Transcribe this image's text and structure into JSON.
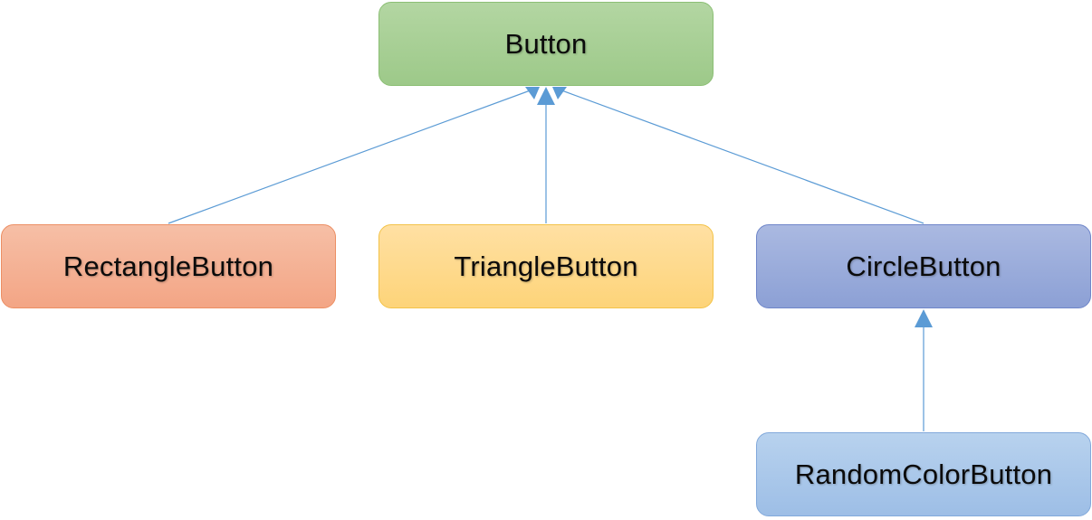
{
  "diagram": {
    "type": "inheritance-hierarchy",
    "connector_color": "#5b9bd5",
    "nodes": {
      "button": {
        "label": "Button",
        "fill": "#a8cf96"
      },
      "rectangle_button": {
        "label": "RectangleButton",
        "fill": "#f4b094"
      },
      "triangle_button": {
        "label": "TriangleButton",
        "fill": "#fed985"
      },
      "circle_button": {
        "label": "CircleButton",
        "fill": "#98a9da"
      },
      "random_color_button": {
        "label": "RandomColorButton",
        "fill": "#a9c7ea"
      }
    },
    "edges": [
      {
        "from": "rectangle_button",
        "to": "button",
        "style": "inherits-arrow"
      },
      {
        "from": "triangle_button",
        "to": "button",
        "style": "inherits-arrow"
      },
      {
        "from": "circle_button",
        "to": "button",
        "style": "inherits-arrow"
      },
      {
        "from": "random_color_button",
        "to": "circle_button",
        "style": "inherits-arrow"
      }
    ]
  }
}
